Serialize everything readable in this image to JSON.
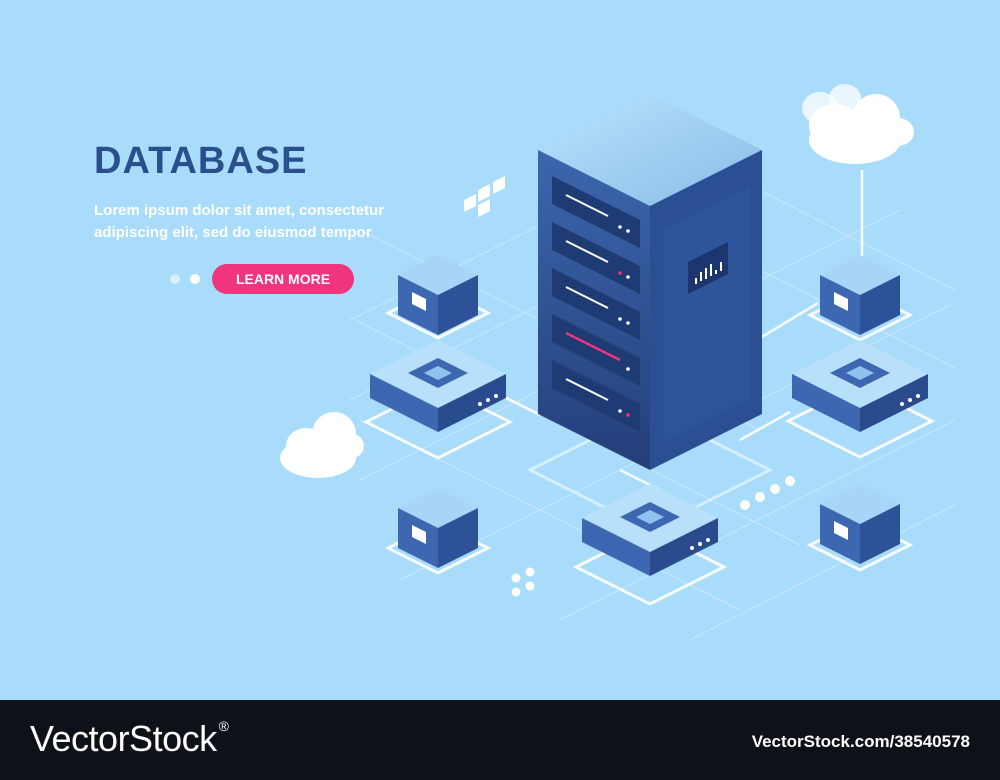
{
  "hero": {
    "title": "DATABASE",
    "subtitle": "Lorem ipsum dolor sit amet, consectetur adipiscing elit, sed do eiusmod tempor",
    "cta_label": "LEARN MORE",
    "colors": {
      "background": "#a9dcfb",
      "title": "#2a4f8c",
      "cta": "#f0357d",
      "device_top": "#a9d6f8",
      "device_side": "#3d67b0",
      "device_dark": "#23437f"
    },
    "carousel": {
      "slides": 2,
      "active": 2
    }
  },
  "footer": {
    "brand": "VectorStock",
    "registered_mark": "®",
    "image_id": "VectorStock.com/38540578"
  }
}
